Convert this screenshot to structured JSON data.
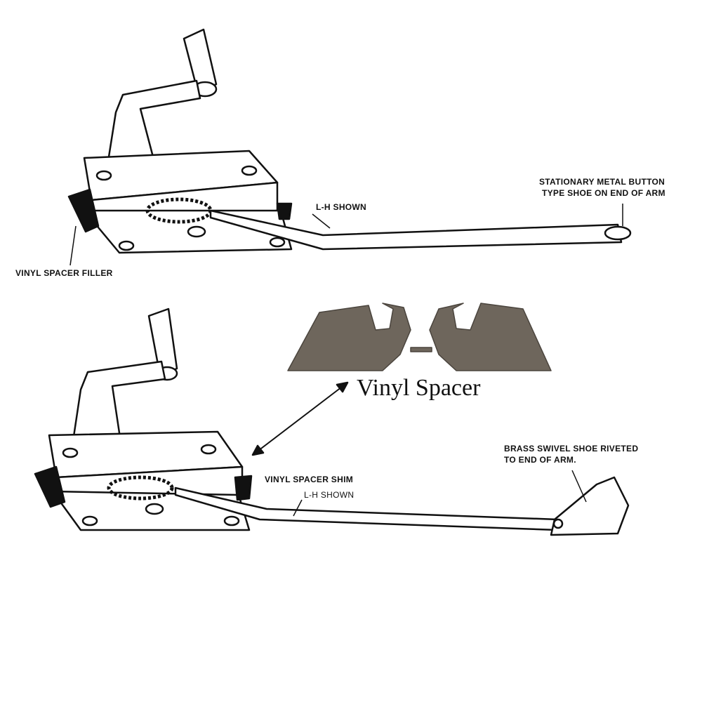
{
  "top_diagram": {
    "label_arm_tip_line1": "STATIONARY METAL BUTTON",
    "label_arm_tip_line2": "TYPE SHOE ON END OF ARM",
    "label_hand": "L-H SHOWN",
    "label_spacer": "VINYL SPACER FILLER"
  },
  "bottom_diagram": {
    "label_shim": "VINYL SPACER SHIM",
    "label_hand": "L-H SHOWN",
    "label_shoe_line1": "BRASS SWIVEL SHOE RIVETED",
    "label_shoe_line2": "TO END OF ARM."
  },
  "photo": {
    "caption": "Vinyl Spacer",
    "part_color": "#6e665c"
  }
}
